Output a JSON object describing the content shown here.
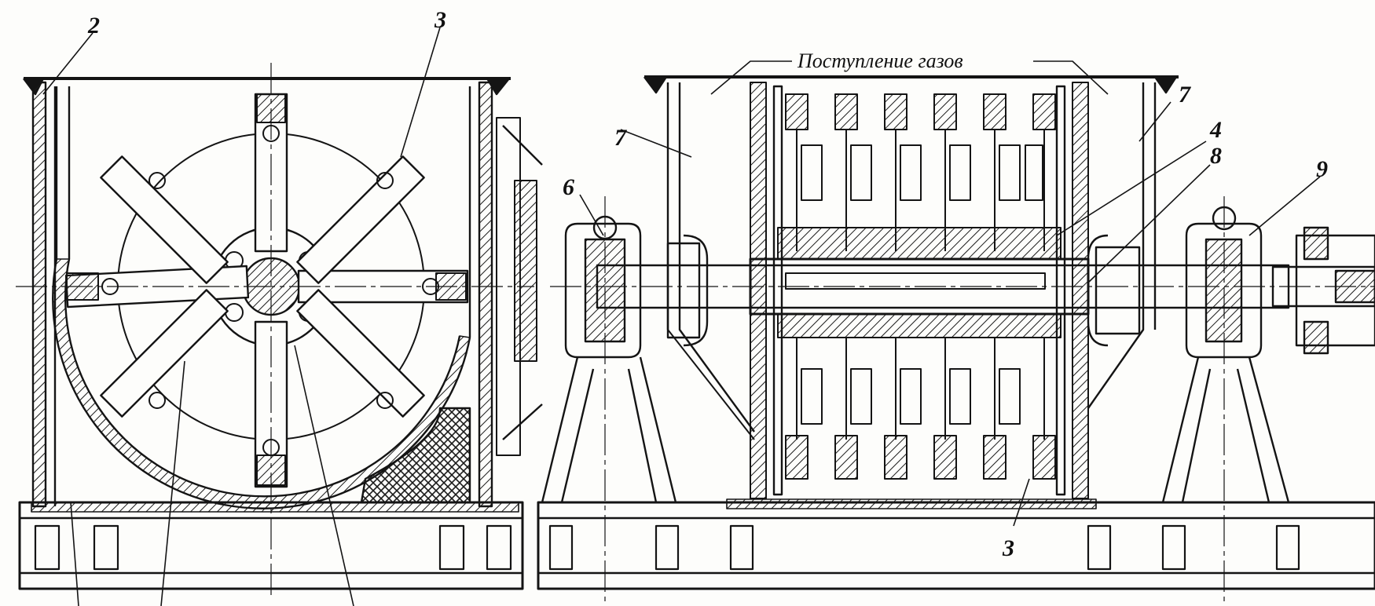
{
  "diagram": {
    "colors": {
      "ink": "#141414",
      "paper": "#fdfdfb",
      "hatch": "#1a1a1a"
    },
    "left_view": {
      "labels": [
        {
          "id": "label-2-left",
          "text": "2"
        },
        {
          "id": "label-3-top-left",
          "text": "3"
        }
      ]
    },
    "right_view": {
      "caption": "Поступление газов",
      "labels": [
        {
          "id": "label-7-left",
          "text": "7"
        },
        {
          "id": "label-7-right",
          "text": "7"
        },
        {
          "id": "label-4",
          "text": "4"
        },
        {
          "id": "label-8",
          "text": "8"
        },
        {
          "id": "label-6",
          "text": "6"
        },
        {
          "id": "label-9",
          "text": "9"
        },
        {
          "id": "label-3-bottom",
          "text": "3"
        }
      ]
    }
  }
}
